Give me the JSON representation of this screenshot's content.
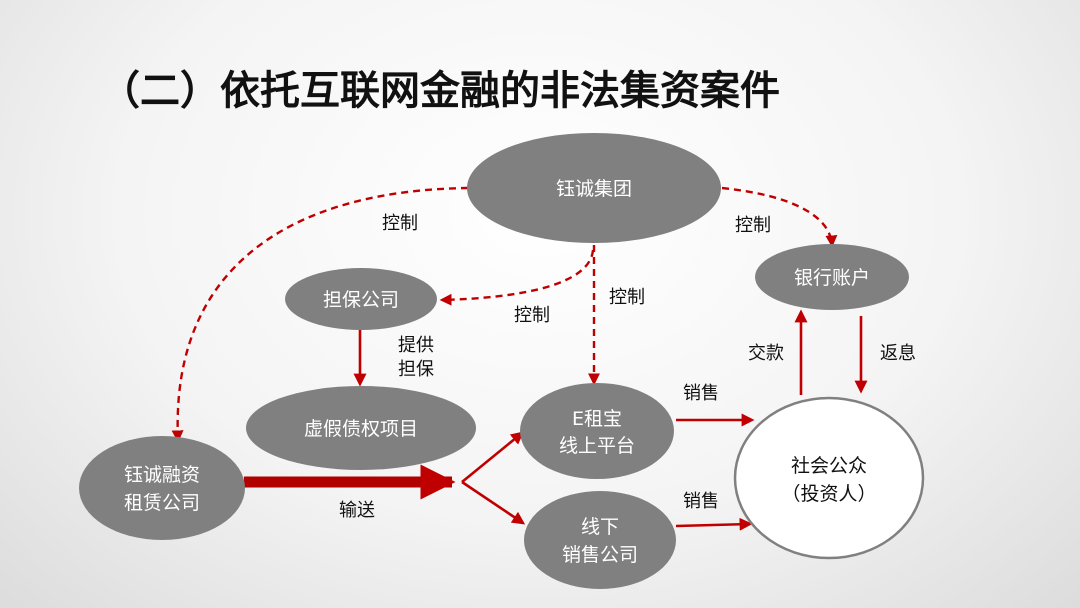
{
  "title": "（二）依托互联网金融的非法集资案件",
  "nodes": {
    "group": "钰诚集团",
    "guarantee": "担保公司",
    "fake_debt": "虚假债权项目",
    "leasing": [
      "钰诚融资",
      "租赁公司"
    ],
    "ezubao": [
      "E租宝",
      "线上平台"
    ],
    "offline": [
      "线下",
      "销售公司"
    ],
    "bank": "银行账户",
    "public": [
      "社会公众",
      "（投资人）"
    ]
  },
  "edge_labels": {
    "control_left": "控制",
    "control_guarantee": "控制",
    "control_ezubao": "控制",
    "control_bank": "控制",
    "provide_guarantee": [
      "提供",
      "担保"
    ],
    "transport": "输送",
    "sell_online": "销售",
    "sell_offline": "销售",
    "pay": "交款",
    "return_interest": "返息"
  },
  "colors": {
    "node_fill": "#808080",
    "arrow": "#c00000",
    "public_fill": "#ffffff"
  }
}
